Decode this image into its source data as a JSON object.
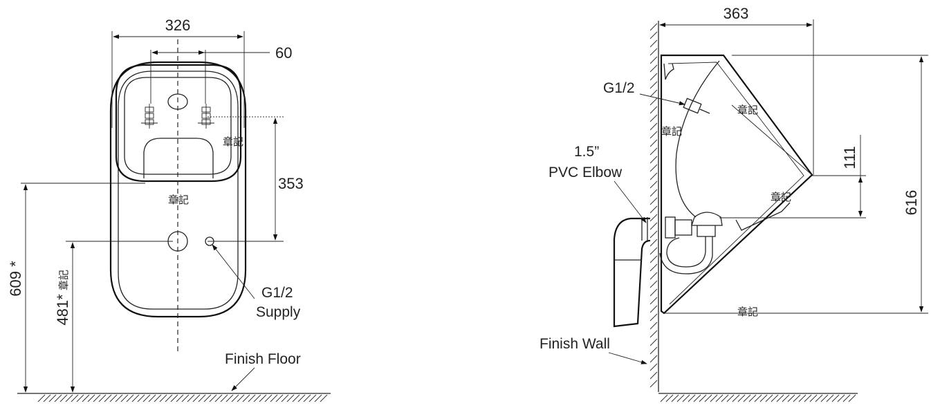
{
  "front_view": {
    "width_dim": "326",
    "spacing_dim": "60",
    "height_dim_353": "353",
    "height_dim_609": "609 *",
    "height_dim_481": "481*",
    "supply_label_1": "G1/2",
    "supply_label_2": "Supply",
    "floor_label": "Finish Floor",
    "stamp": "章記"
  },
  "side_view": {
    "depth_dim": "363",
    "height_dim_616": "616",
    "dim_111": "111",
    "inlet_label": "G1/2",
    "elbow_label_1": "1.5”",
    "elbow_label_2": "PVC Elbow",
    "wall_label": "Finish Wall",
    "stamp": "章記"
  }
}
